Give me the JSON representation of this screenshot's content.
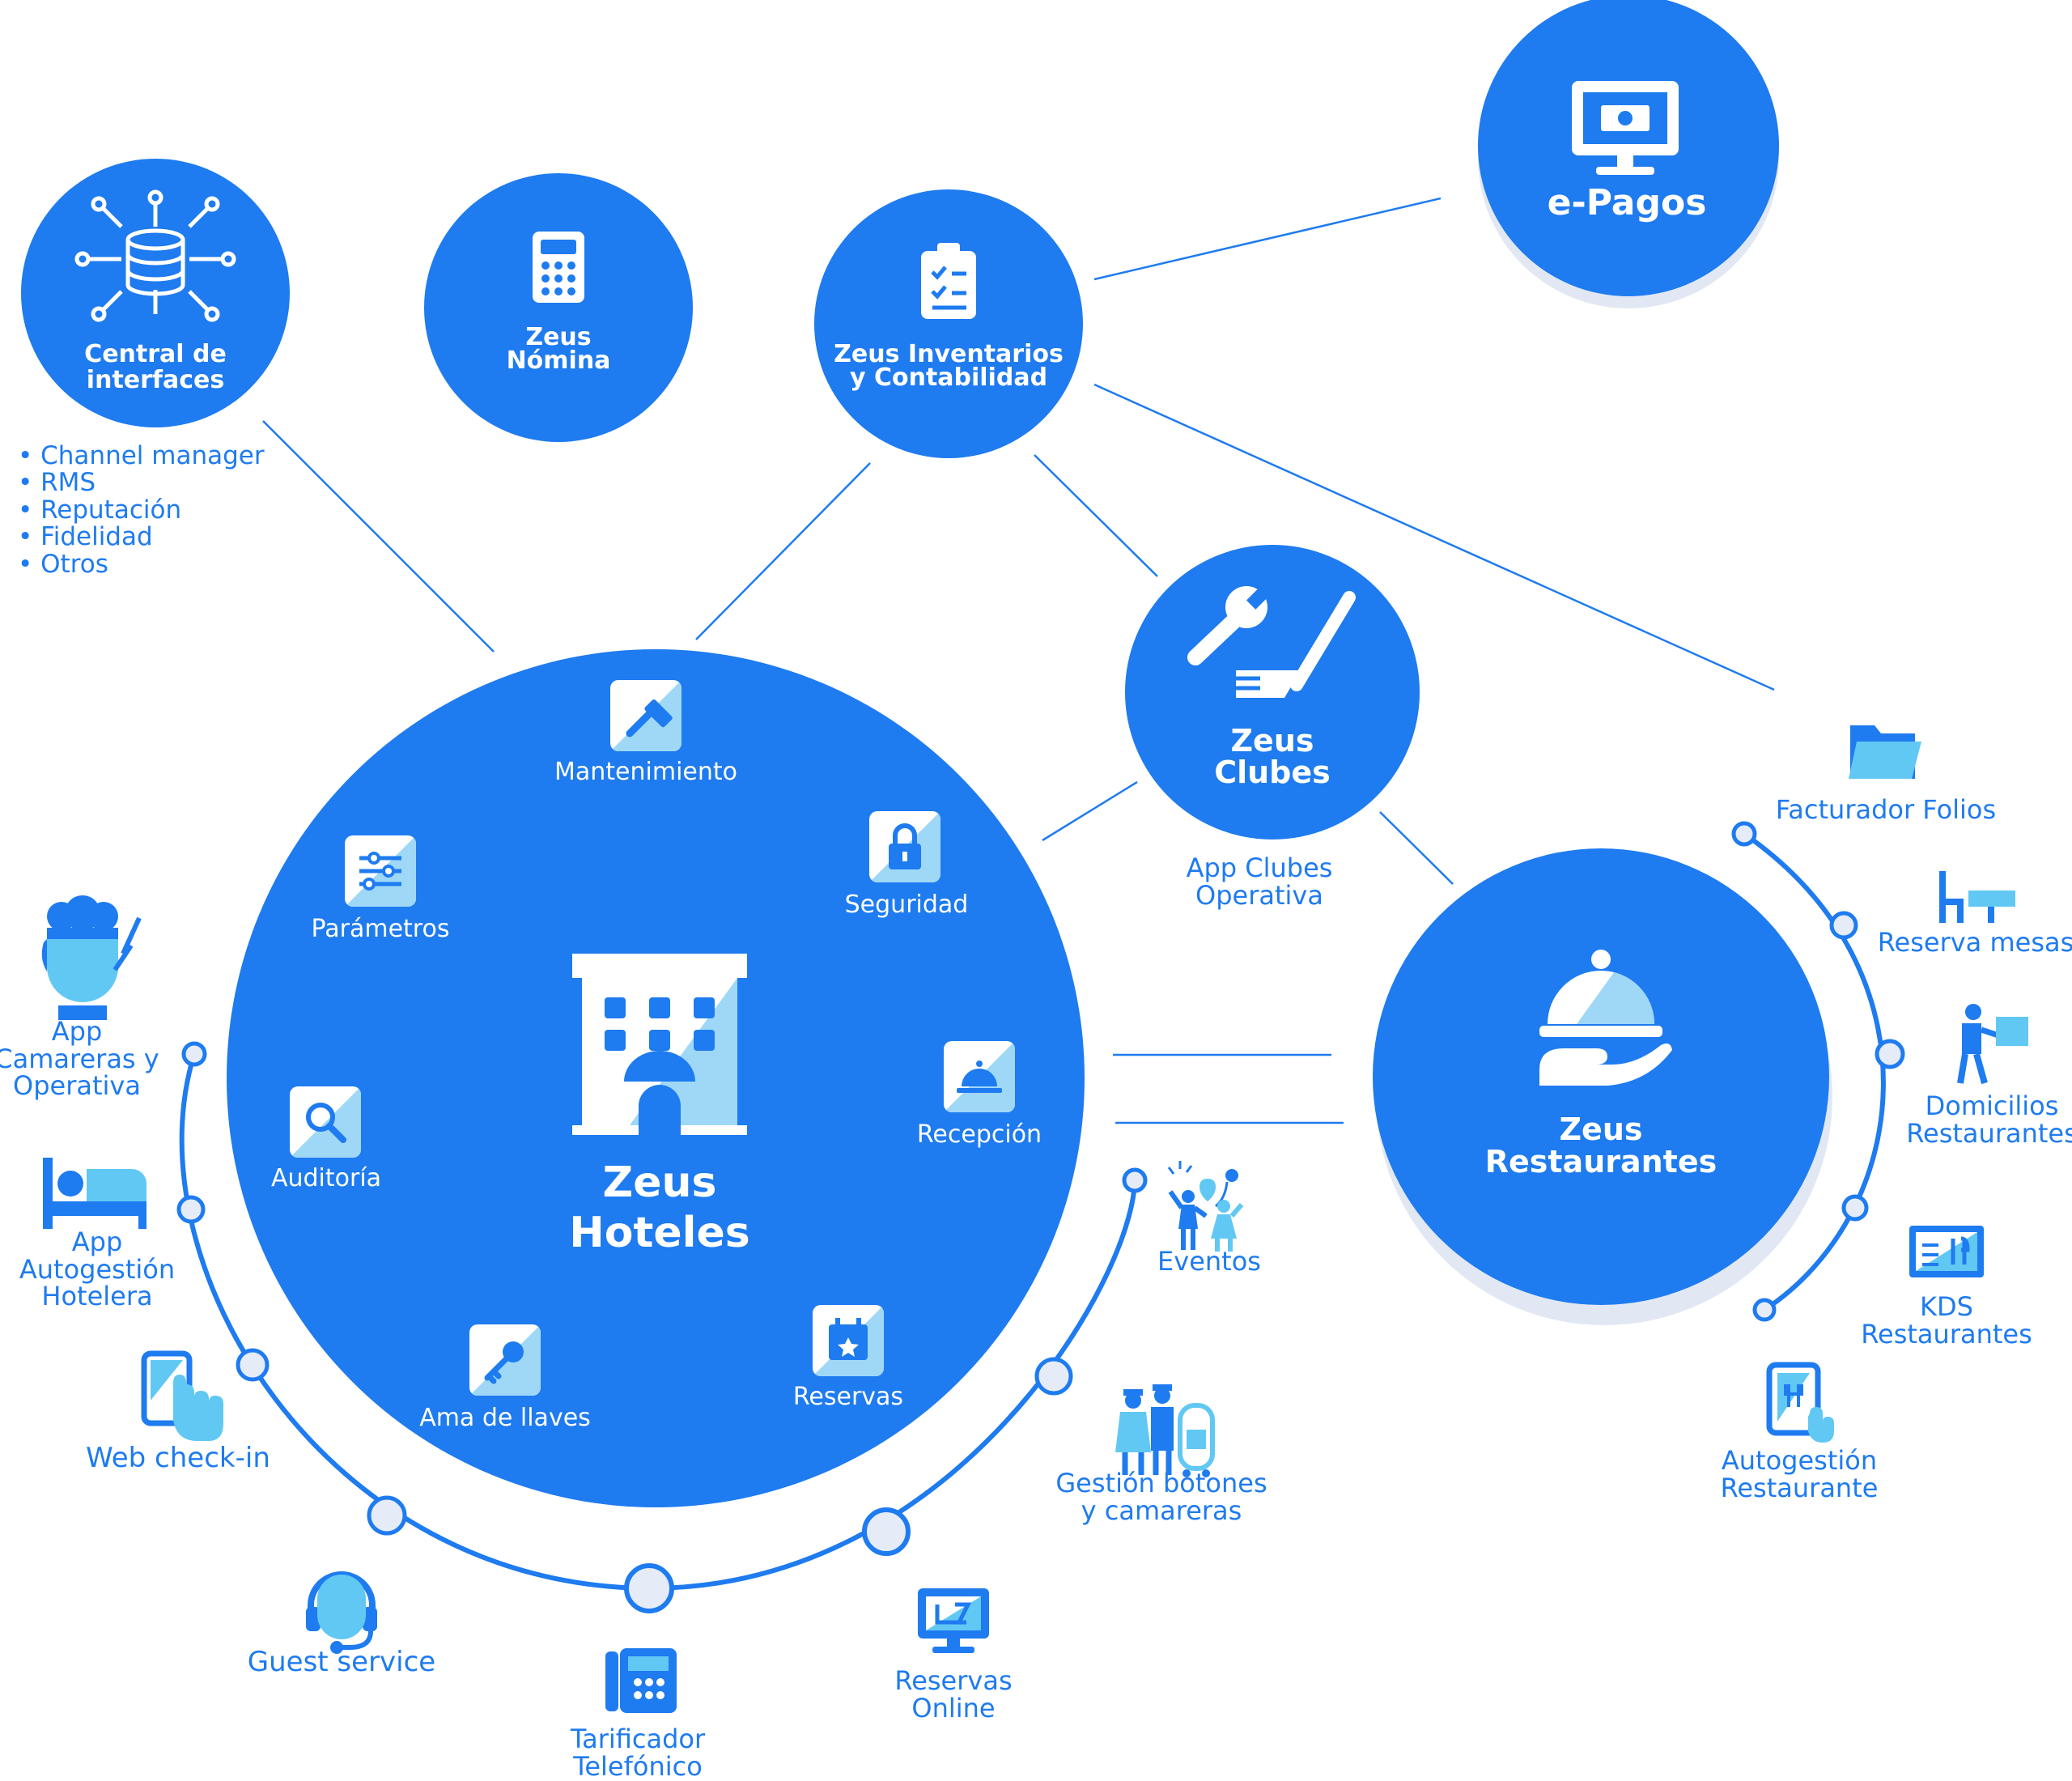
{
  "colors": {
    "primary": "#1e7bf0",
    "light": "#61c8f4",
    "ring": "#e6ecf7",
    "white": "#ffffff"
  },
  "nodes": {
    "central_interfaces": {
      "title_line1": "Central de",
      "title_line2": "interfaces",
      "icon": "database-network-icon"
    },
    "nomina": {
      "title_line1": "Zeus",
      "title_line2": "Nómina",
      "icon": "calculator-icon"
    },
    "inventarios": {
      "title_line1": "Zeus Inventarios",
      "title_line2": "y Contabilidad",
      "icon": "clipboard-checklist-icon"
    },
    "epagos": {
      "title": "e-Pagos",
      "icon": "monitor-money-icon"
    },
    "clubes": {
      "title_line1": "Zeus",
      "title_line2": "Clubes",
      "icon": "golf-tools-icon",
      "sub_line1": "App Clubes",
      "sub_line2": "Operativa"
    },
    "hoteles": {
      "title_line1": "Zeus",
      "title_line2": "Hoteles",
      "icon": "hotel-building-icon"
    },
    "restaurantes": {
      "title_line1": "Zeus",
      "title_line2": "Restaurantes",
      "icon": "cloche-hand-icon"
    }
  },
  "central_bullets": [
    "Channel manager",
    "RMS",
    "Reputación",
    "Fidelidad",
    "Otros"
  ],
  "hotel_modules": {
    "mantenimiento": {
      "label": "Mantenimiento",
      "icon": "hammer-icon"
    },
    "seguridad": {
      "label": "Seguridad",
      "icon": "padlock-icon"
    },
    "parametros": {
      "label": "Parámetros",
      "icon": "sliders-icon"
    },
    "recepcion": {
      "label": "Recepción",
      "icon": "service-bell-icon"
    },
    "auditoria": {
      "label": "Auditoría",
      "icon": "magnifier-icon"
    },
    "ama_llaves": {
      "label": "Ama de llaves",
      "icon": "key-icon"
    },
    "reservas": {
      "label": "Reservas",
      "icon": "calendar-star-icon"
    }
  },
  "hotel_satellites": {
    "app_camareras": {
      "line1": "App",
      "line2": "Camareras y",
      "line3": "Operativa",
      "icon": "housekeeper-icon"
    },
    "app_autogestion": {
      "line1": "App",
      "line2": "Autogestión",
      "line3": "Hotelera",
      "icon": "bed-guest-icon"
    },
    "web_checkin": {
      "line1": "Web check-in",
      "icon": "tablet-touch-icon"
    },
    "guest_service": {
      "line1": "Guest service",
      "icon": "headset-icon"
    },
    "tarificador": {
      "line1": "Tarificador",
      "line2": "Telefónico",
      "icon": "desk-phone-icon"
    },
    "reservas_online": {
      "line1": "Reservas",
      "line2": "Online",
      "icon": "monitor-booking-icon"
    },
    "gestion_botones": {
      "line1": "Gestión botones",
      "line2": "y camareras",
      "icon": "bellboy-staff-icon"
    },
    "eventos": {
      "line1": "Eventos",
      "icon": "party-people-icon"
    }
  },
  "restaurant_satellites": {
    "facturador": {
      "line1": "Facturador Folios",
      "icon": "folder-icon"
    },
    "reserva_mesas": {
      "line1": "Reserva mesas",
      "icon": "table-chair-icon"
    },
    "domicilios": {
      "line1": "Domicilios",
      "line2": "Restaurantes",
      "icon": "delivery-person-icon"
    },
    "kds": {
      "line1": "KDS",
      "line2": "Restaurantes",
      "icon": "kitchen-display-icon"
    },
    "autogestion_rest": {
      "line1": "Autogestión",
      "line2": "Restaurante",
      "icon": "tablet-menu-icon"
    }
  }
}
